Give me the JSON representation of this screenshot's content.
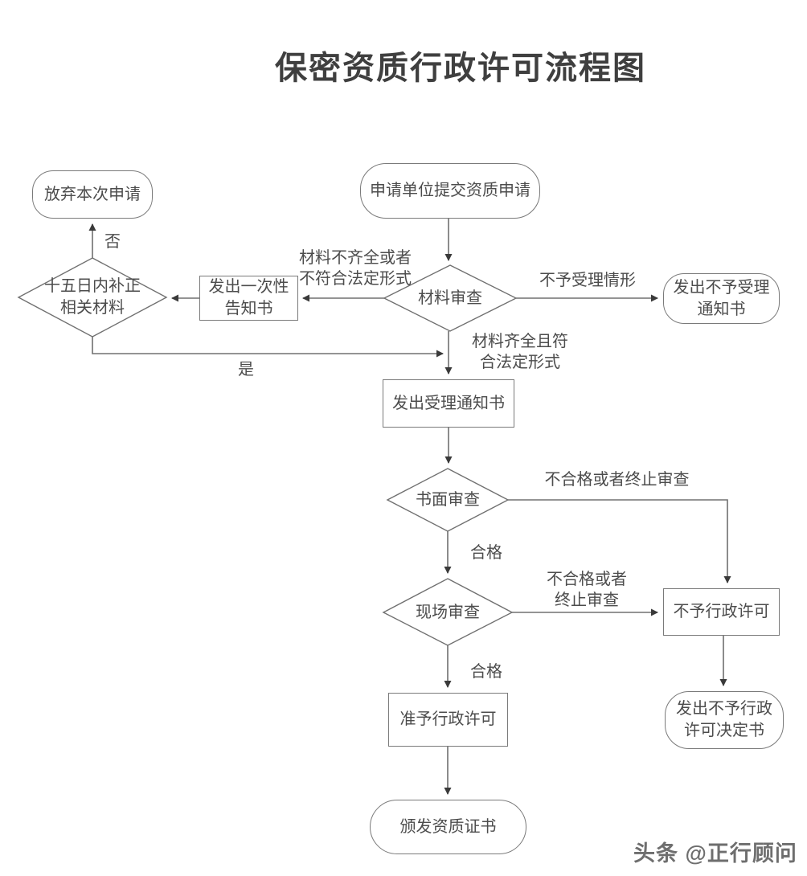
{
  "title": "保密资质行政许可流程图",
  "watermark": "头条 @正行顾问",
  "colors": {
    "background": "#ffffff",
    "line": "#707070",
    "node_border": "#7a7a7a",
    "text": "#4c4c4c",
    "title_text": "#3f3f3f",
    "arrowhead": "#3a3a3a"
  },
  "nodes": {
    "submit": {
      "label": "申请单位提交资质申请",
      "shape": "terminator"
    },
    "abandon": {
      "label": "放弃本次申请",
      "shape": "terminator"
    },
    "supplement": {
      "label": "十五日内补正\n相关材料",
      "shape": "decision"
    },
    "one_time_notice": {
      "label": "发出一次性\n告知书",
      "shape": "process"
    },
    "material_review": {
      "label": "材料审查",
      "shape": "decision"
    },
    "not_accept_notice": {
      "label": "发出不予受理\n通知书",
      "shape": "terminator"
    },
    "accept_notice": {
      "label": "发出受理通知书",
      "shape": "process"
    },
    "written_review": {
      "label": "书面审查",
      "shape": "decision"
    },
    "onsite_review": {
      "label": "现场审查",
      "shape": "decision"
    },
    "deny_license": {
      "label": "不予行政许可",
      "shape": "process"
    },
    "deny_decision": {
      "label": "发出不予行政\n许可决定书",
      "shape": "terminator"
    },
    "grant_license": {
      "label": "准予行政许可",
      "shape": "process"
    },
    "issue_certificate": {
      "label": "颁发资质证书",
      "shape": "terminator"
    }
  },
  "edge_labels": {
    "no": "否",
    "yes": "是",
    "incomplete": "材料不齐全或者\n不符合法定形式",
    "not_accepted": "不予受理情形",
    "complete": "材料齐全且符\n合法定形式",
    "written_fail": "不合格或者终止审查",
    "written_pass": "合格",
    "onsite_fail": "不合格或者\n终止审查",
    "onsite_pass": "合格"
  }
}
